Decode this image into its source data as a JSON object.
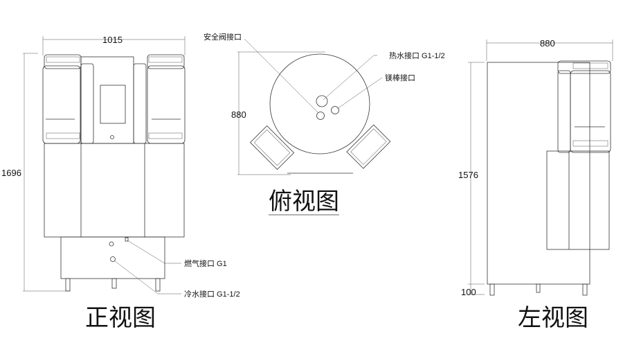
{
  "front_view": {
    "title": "正视图",
    "width_dim": "1015",
    "height_dim": "1696",
    "gas_label": "燃气接口 G1",
    "cold_label": "冷水接口 G1-1/2"
  },
  "top_view": {
    "title": "俯视图",
    "depth_dim": "880",
    "safety_label": "安全阀接口",
    "hot_label": "热水接口 G1-1/2",
    "anode_label": "镁棒接口"
  },
  "left_view": {
    "title": "左视图",
    "width_dim": "880",
    "height_dim": "1576",
    "base_dim": "100"
  }
}
